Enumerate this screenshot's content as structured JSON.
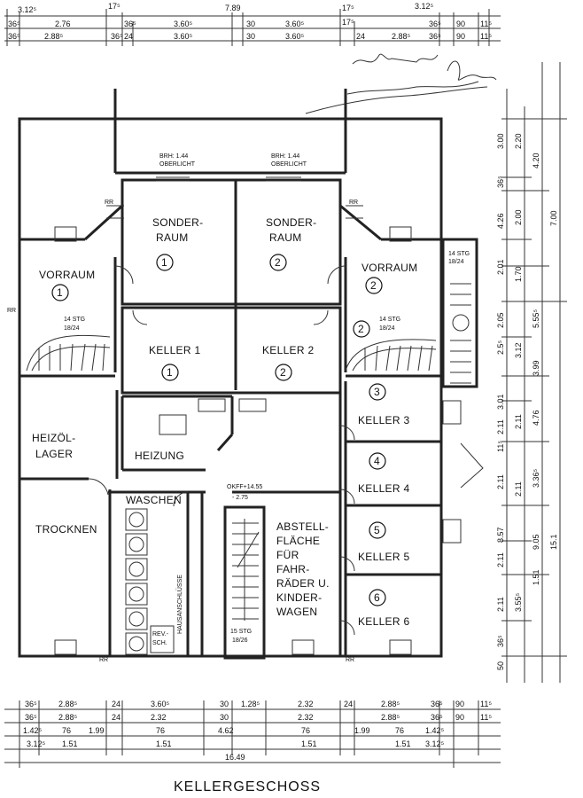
{
  "plan": {
    "title": "KELLERGESCHOSS",
    "rooms": [
      {
        "name": "Sonderraum 1",
        "lines": [
          "SONDER-",
          "RAUM"
        ],
        "number": "1"
      },
      {
        "name": "Sonderraum 2",
        "lines": [
          "SONDER-",
          "RAUM"
        ],
        "number": "2"
      },
      {
        "name": "Vorraum 1",
        "lines": [
          "VORRAUM"
        ],
        "number": "1"
      },
      {
        "name": "Vorraum 2",
        "lines": [
          "VORRAUM"
        ],
        "number": "2"
      },
      {
        "name": "Keller 1",
        "lines": [
          "KELLER 1"
        ],
        "number": "1"
      },
      {
        "name": "Keller 2",
        "lines": [
          "KELLER 2"
        ],
        "number": "2"
      },
      {
        "name": "Keller 3",
        "lines": [
          "KELLER 3"
        ],
        "number": "3"
      },
      {
        "name": "Keller 4",
        "lines": [
          "KELLER 4"
        ],
        "number": "4"
      },
      {
        "name": "Keller 5",
        "lines": [
          "KELLER 5"
        ],
        "number": "5"
      },
      {
        "name": "Keller 6",
        "lines": [
          "KELLER 6"
        ],
        "number": "6"
      },
      {
        "name": "Heizoellager",
        "lines": [
          "HEIZÖL-",
          "LAGER"
        ]
      },
      {
        "name": "Heizung",
        "lines": [
          "HEIZUNG"
        ]
      },
      {
        "name": "Trocknen",
        "lines": [
          "TROCKNEN"
        ]
      },
      {
        "name": "Waschen",
        "lines": [
          "WASCHEN"
        ]
      },
      {
        "name": "Abstellflaeche",
        "lines": [
          "ABSTELL-",
          "FLÄCHE",
          "FÜR",
          "FAHR-",
          "RÄDER U.",
          "KINDER-",
          "WAGEN"
        ]
      }
    ],
    "annotations": {
      "brh_1": [
        "BRH: 1.44",
        "OBERLICHT"
      ],
      "brh_2": [
        "BRH: 1.44",
        "OBERLICHT"
      ],
      "stair_1": [
        "14 STG",
        "18/24"
      ],
      "stair_2": [
        "14 STG",
        "18/24"
      ],
      "stair_3": [
        "14 STG",
        "18/24"
      ],
      "stair_main": [
        "15 STG",
        "18/26"
      ],
      "hausanschluesse": "HAUSANSCHLÜSSE",
      "revision": [
        "REV.-",
        "SCH."
      ],
      "level": "OKFF+14.55",
      "level_2": "- 2.75",
      "rr": "RR"
    },
    "dims_top": {
      "row1": [
        "3.12⁵",
        "17⁵",
        "7.89",
        "17⁵",
        "3.12⁵"
      ],
      "row2": [
        "36⁵",
        "2.76",
        "36⁵",
        "3.60⁵",
        "30",
        "3.60⁵",
        "17⁵",
        "36⁵",
        "90",
        "11⁵"
      ],
      "row3": [
        "36⁵",
        "2.88⁵",
        "36⁵",
        "24",
        "3.60⁵",
        "30",
        "3.60⁵",
        "24",
        "2.88⁵",
        "36⁵",
        "90",
        "11⁵"
      ]
    },
    "dims_bottom": {
      "row1": [
        "36⁵",
        "2.88⁵",
        "24",
        "3.60⁵",
        "30",
        "1.28⁵",
        "2.32",
        "24",
        "2.88⁵",
        "36⁵",
        "90",
        "11⁵"
      ],
      "row2": [
        "36⁵",
        "2.88⁵",
        "24",
        "2.32",
        "30",
        "2.32",
        "2.88⁵",
        "36⁵",
        "90",
        "11⁵"
      ],
      "row3": [
        "1.42⁵",
        "76",
        "1.99",
        "76",
        "4.62",
        "76",
        "1.99",
        "76",
        "1.42⁵"
      ],
      "row4": [
        "3.12⁵",
        "1.51",
        "1.51",
        "1.51",
        "1.51",
        "3.12⁵"
      ],
      "total": "16.49"
    },
    "dims_right": {
      "col1": [
        "3.00",
        "36⁵",
        "4.26",
        "2.01",
        "2.05",
        "2.5⁵",
        "3.01",
        "2.11",
        "11⁵",
        "2.11",
        "8.57",
        "2.11",
        "2.11",
        "36⁵",
        "50"
      ],
      "col2": [
        "2.20",
        "2.00",
        "1.70",
        "3.12",
        "2.11",
        "2.11",
        "3.55⁵"
      ],
      "col3": [
        "4.20",
        "5.55⁵",
        "3.99",
        "4.76",
        "3.36⁵",
        "9.05",
        "1.51"
      ],
      "col4": [
        "7.00",
        "15.1"
      ]
    }
  }
}
